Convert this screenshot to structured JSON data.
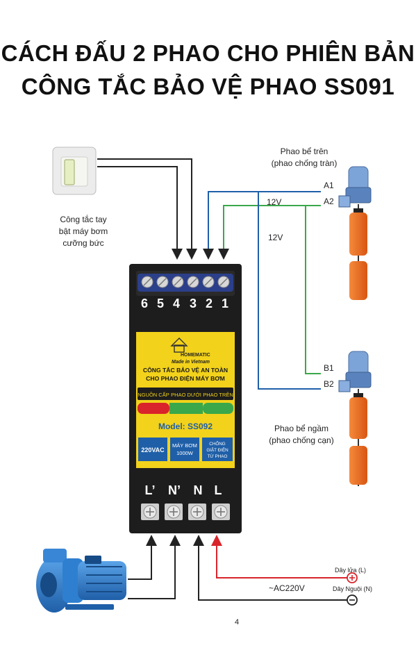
{
  "title": {
    "line1": "CÁCH ĐẤU 2 PHAO CHO PHIÊN BẢN",
    "line2": "CÔNG TẮC BẢO VỆ PHAO SS091"
  },
  "switch_label": [
    "Công tắc tay",
    "bật máy bơm",
    "cưỡng bức"
  ],
  "float_top": {
    "label": [
      "Phao bể trên",
      "(phao chống tràn)"
    ],
    "terminals": [
      "A1",
      "A2"
    ]
  },
  "float_bottom": {
    "label": [
      "Phao bể ngầm",
      "(phao chống cạn)"
    ],
    "terminals": [
      "B1",
      "B2"
    ]
  },
  "voltage_labels": [
    "12V",
    "12V"
  ],
  "top_terminals": [
    "6",
    "5",
    "4",
    "3",
    "2",
    "1"
  ],
  "bottom_terminals": [
    "L’",
    "N’",
    "N",
    "L"
  ],
  "panel": {
    "brand": "HOMEMATIC",
    "made_in": "Made in Vietnam",
    "heading": [
      "CÔNG TẮC BẢO VỆ AN TOÀN",
      "CHO PHAO ĐIỆN MÁY BƠM"
    ],
    "leds": [
      "NGUỒN CẤP",
      "PHAO DƯỚI",
      "PHAO TRÊN"
    ],
    "model": "Model: SS092",
    "specs": [
      [
        "220VAC"
      ],
      [
        "MÁY BƠM",
        "1000W"
      ],
      [
        "CHỐNG",
        "GIẬT ĐIỆN",
        "TỪ PHAO"
      ]
    ]
  },
  "power": {
    "live": "Dây lửa (L)",
    "neutral": "Dây Nguội (N)",
    "supply": "~AC220V"
  },
  "page_number": "4",
  "colors": {
    "red_wire": "#d9242b",
    "green_led": "#3aa84a",
    "red_led": "#d9242b",
    "panel_yellow": "#f2d21b",
    "pump_blue": "#2f7fd0",
    "float_orange": "#f26f22"
  }
}
